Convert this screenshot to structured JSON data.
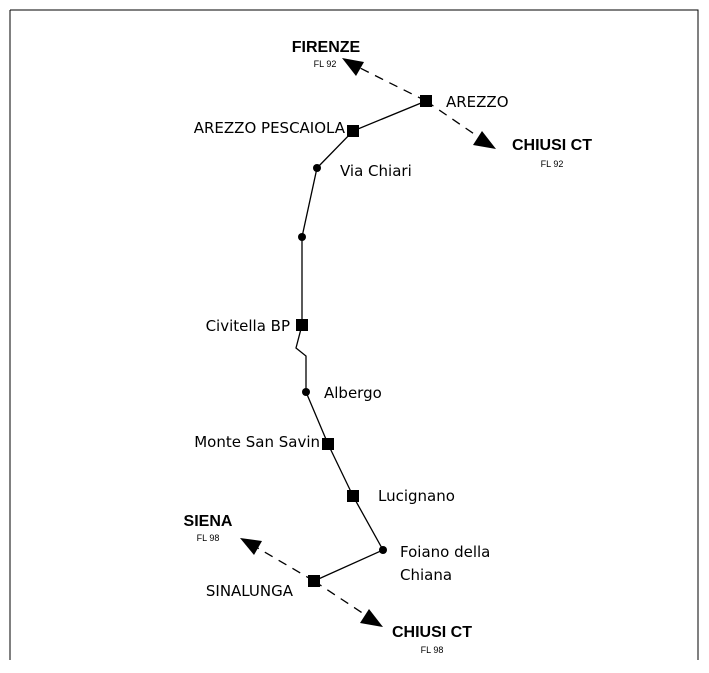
{
  "stations": {
    "arezzo": "AREZZO",
    "arezzo_pescaiola": "AREZZO PESCAIOLA",
    "via_chiari": "Via Chiari",
    "civitella_bp": "Civitella BP",
    "albergo": "Albergo",
    "monte_san_savino": "Monte San Savin",
    "lucignano": "Lucignano",
    "foiano_line1": "Foiano della",
    "foiano_line2": "Chiana",
    "sinalunga": "SINALUNGA"
  },
  "connections": {
    "firenze": {
      "name": "FIRENZE",
      "line": "FL 92"
    },
    "chiusi_north": {
      "name": "CHIUSI CT",
      "line": "FL 92"
    },
    "siena": {
      "name": "SIENA",
      "line": "FL 98"
    },
    "chiusi_south": {
      "name": "CHIUSI CT",
      "line": "FL 98"
    }
  }
}
